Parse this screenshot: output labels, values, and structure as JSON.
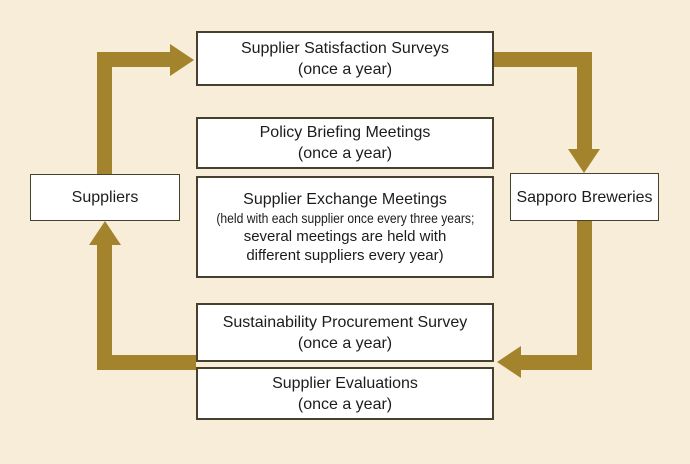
{
  "colors": {
    "background": "#f8edd8",
    "arrow": "#a3832b",
    "box_border": "#46402f",
    "box_fill": "#ffffff",
    "text": "#1c1c1c"
  },
  "nodes": {
    "suppliers": {
      "label": "Suppliers"
    },
    "sapporo_breweries": {
      "label": "Sapporo Breweries"
    },
    "supplier_satisfaction_surveys": {
      "title": "Supplier Satisfaction Surveys",
      "frequency": "(once a year)"
    },
    "policy_briefing_meetings": {
      "title": "Policy Briefing Meetings",
      "frequency": "(once a year)"
    },
    "supplier_exchange_meetings": {
      "title": "Supplier Exchange Meetings",
      "detail_line1": "(held with each supplier once every three years;",
      "detail_line2": "several meetings are held with",
      "detail_line3": "different suppliers every year)"
    },
    "sustainability_procurement_survey": {
      "title": "Sustainability Procurement Survey",
      "frequency": "(once a year)"
    },
    "supplier_evaluations": {
      "title": "Supplier Evaluations",
      "frequency": "(once a year)"
    }
  },
  "arrows": [
    {
      "from": "suppliers",
      "to": "supplier_satisfaction_surveys"
    },
    {
      "from": "supplier_satisfaction_surveys",
      "to": "sapporo_breweries"
    },
    {
      "from": "sapporo_breweries",
      "to": "sustainability_procurement_survey / supplier_evaluations"
    },
    {
      "from": "sustainability_procurement_survey / supplier_evaluations",
      "to": "suppliers"
    }
  ]
}
